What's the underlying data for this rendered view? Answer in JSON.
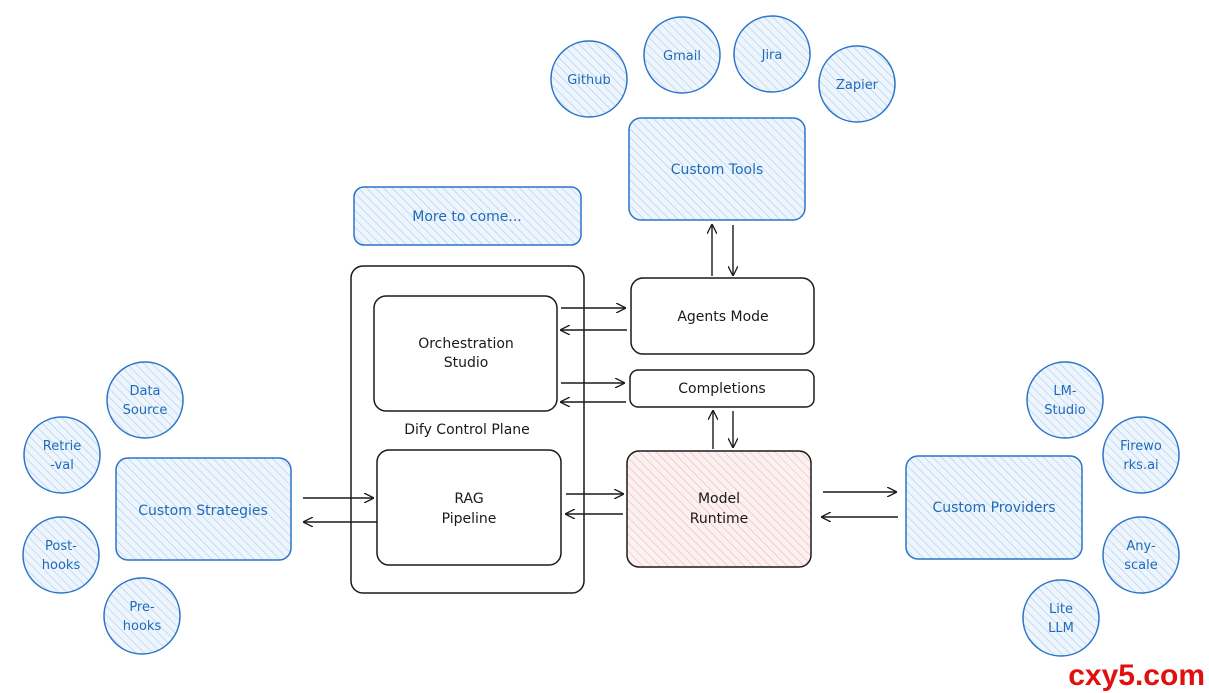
{
  "colors": {
    "blue_stroke": "#2a74c8",
    "blue_text": "#1f6bb8",
    "hatch_blue": "#a9cdf0",
    "fill_blue": "#eef5fc",
    "hatch_red": "#f0b8b8",
    "fill_red": "#fcf1f1",
    "dark_stroke": "#1a1a1a",
    "watermark": "#e01010"
  },
  "integrations": {
    "github": "Github",
    "gmail": "Gmail",
    "jira": "Jira",
    "zapier": "Zapier"
  },
  "custom_tools": "Custom Tools",
  "more_to_come": "More to come...",
  "control_plane": {
    "label": "Dify Control Plane",
    "orchestration": [
      "Orchestration",
      "Studio"
    ],
    "rag": [
      "RAG",
      "Pipeline"
    ]
  },
  "agents_mode": "Agents Mode",
  "completions": "Completions",
  "model_runtime": [
    "Model",
    "Runtime"
  ],
  "custom_strategies": "Custom Strategies",
  "strategies": {
    "data_source": [
      "Data",
      "Source"
    ],
    "retrieval": [
      "Retrie",
      "-val"
    ],
    "post_hooks": [
      "Post-",
      "hooks"
    ],
    "pre_hooks": [
      "Pre-",
      "hooks"
    ]
  },
  "custom_providers": "Custom Providers",
  "providers": {
    "lm_studio": [
      "LM-",
      "Studio"
    ],
    "fireworks": [
      "Firewo",
      "rks.ai"
    ],
    "anyscale": [
      "Any-",
      "scale"
    ],
    "lite_llm": [
      "Lite",
      "LLM"
    ]
  },
  "watermark": "cxy5.com"
}
